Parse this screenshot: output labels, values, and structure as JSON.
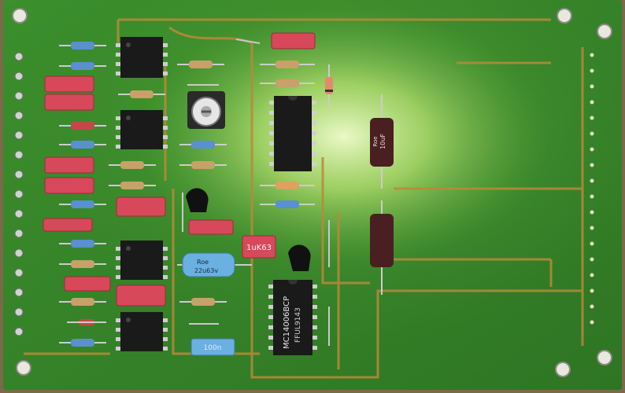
{
  "image": {
    "subject": "printed-circuit-board",
    "colors": {
      "board": "#3f8a2a",
      "board_highlight": "#dff5a0",
      "trace": "#b88a3a",
      "background": "#7a6a4a",
      "ic": "#1a1a1a",
      "capacitor_red": "#d6485a",
      "electrolytic": "#4a1f22",
      "blue_cap": "#6ab0e0",
      "resistor_blue": "#5a8fd0",
      "resistor_beige": "#c8a06a"
    }
  },
  "labels": {
    "main_ic": "MC14006BCP",
    "main_ic_code": "FFUL9143",
    "box_cap_1": "1uK63",
    "blue_cap": "22u63v",
    "blue_cap_brand": "Roe",
    "electrolytic_1": "10uF",
    "electrolytic_1_brand": "Roe",
    "box_cap_2": "100n"
  }
}
